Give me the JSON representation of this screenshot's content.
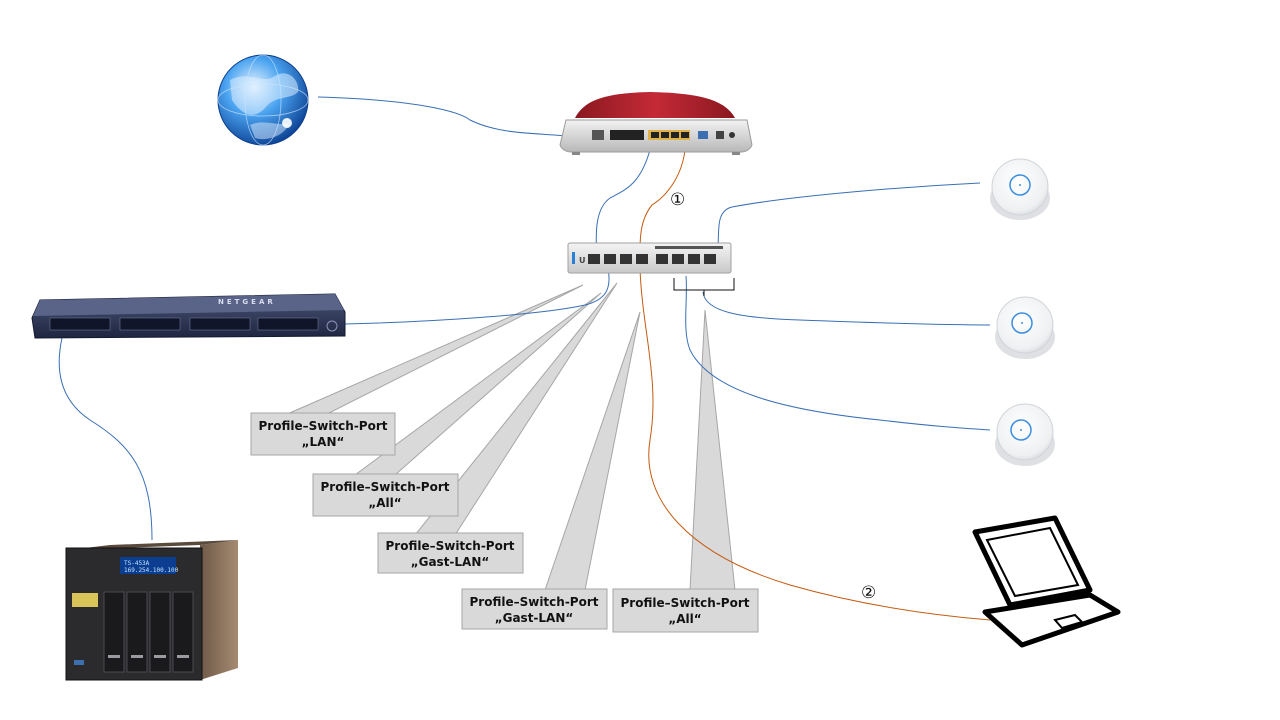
{
  "devices": {
    "internet": {
      "icon": "globe-icon"
    },
    "router": {
      "icon": "router-icon",
      "color": "#a8202c"
    },
    "switch_managed": {
      "icon": "managed-switch-icon",
      "logo": "U"
    },
    "switch_unmanaged": {
      "icon": "unmanaged-switch-icon",
      "brand": "NETGEAR"
    },
    "nas": {
      "icon": "nas-icon",
      "lcd_line1": "TS-453A",
      "lcd_line2": "169.254.100.100"
    },
    "access_points": [
      {
        "icon": "access-point-icon"
      },
      {
        "icon": "access-point-icon"
      },
      {
        "icon": "access-point-icon"
      }
    ],
    "laptop": {
      "icon": "laptop-icon"
    }
  },
  "callouts": [
    {
      "line1": "Profile–Switch-Port",
      "line2": "„LAN“"
    },
    {
      "line1": "Profile–Switch-Port",
      "line2": "„All“"
    },
    {
      "line1": "Profile–Switch-Port",
      "line2": "„Gast-LAN“"
    },
    {
      "line1": "Profile–Switch-Port",
      "line2": "„Gast-LAN“"
    },
    {
      "line1": "Profile–Switch-Port",
      "line2": "„All“"
    }
  ],
  "markers": [
    {
      "label": "①"
    },
    {
      "label": "②"
    }
  ],
  "colors": {
    "cable_lan": "#3a6fb5",
    "cable_guest": "#c55a11",
    "callout_fill": "#d9d9d9",
    "callout_border": "#a6a6a6"
  }
}
